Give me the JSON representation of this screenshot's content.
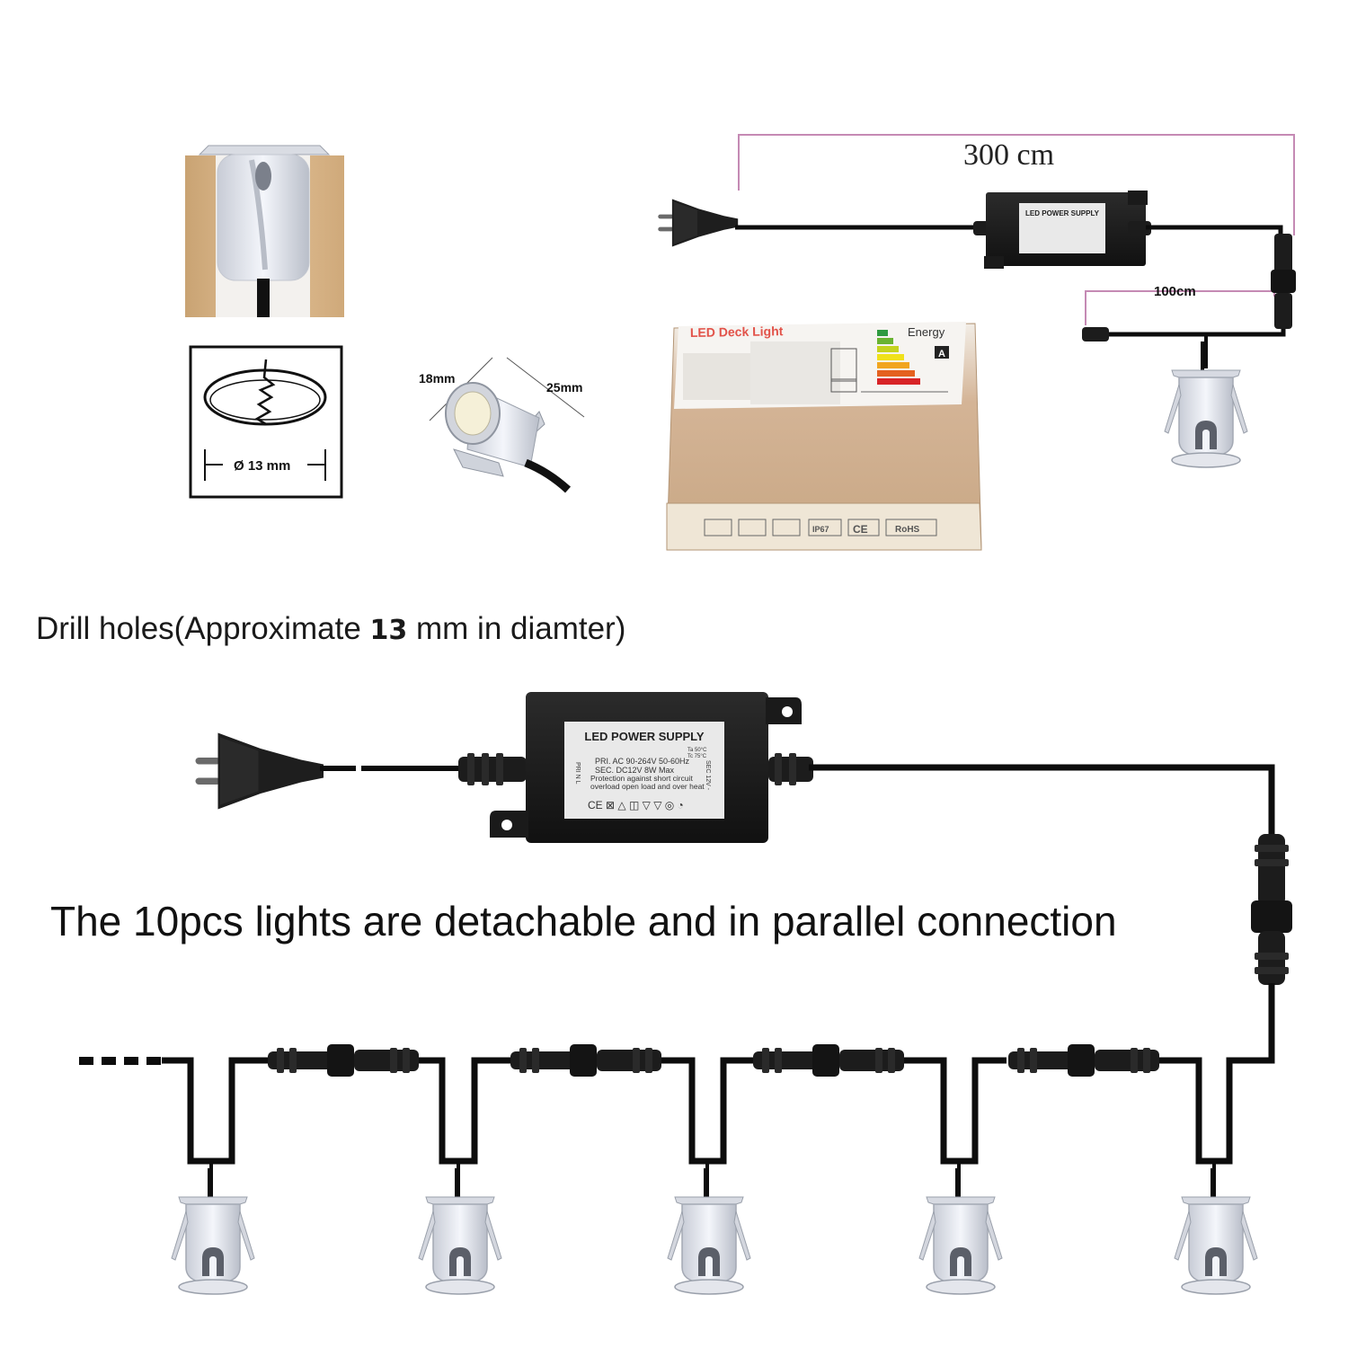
{
  "dimensions": {
    "diameter": "Ø 13 mm",
    "height_label": "18mm",
    "depth_label": "25mm",
    "cable_main": "300 cm",
    "cable_extension": "100cm"
  },
  "power_supply": {
    "title": "LED POWER SUPPLY",
    "pri": "PRI.  AC 90-264V   50-60Hz",
    "sec": "SEC.  DC12V          8W Max",
    "protection1": "Protection against short circuit",
    "protection2": "overload open load and over heat",
    "ta": "Ta 50°C",
    "tc": "Tc 75°C",
    "side_left": "PRI N L",
    "side_right": "SEC 12V -"
  },
  "box": {
    "title": "LED Deck Light",
    "energy": "Energy",
    "energy_class": "A",
    "marks": [
      "IP67",
      "CE",
      "RoHS"
    ]
  },
  "notes": {
    "drill_prefix": "Drill holes(Approximate ",
    "drill_number": "13",
    "drill_suffix": " mm in diamter)",
    "parallel": "The 10pcs lights are detachable and in parallel connection"
  },
  "colors": {
    "cable": "#0d0d0d",
    "dimension_line": "#c58ab4",
    "wood": "#d9b58a",
    "box": "#c9a98a",
    "label": "#e9e9e9"
  }
}
